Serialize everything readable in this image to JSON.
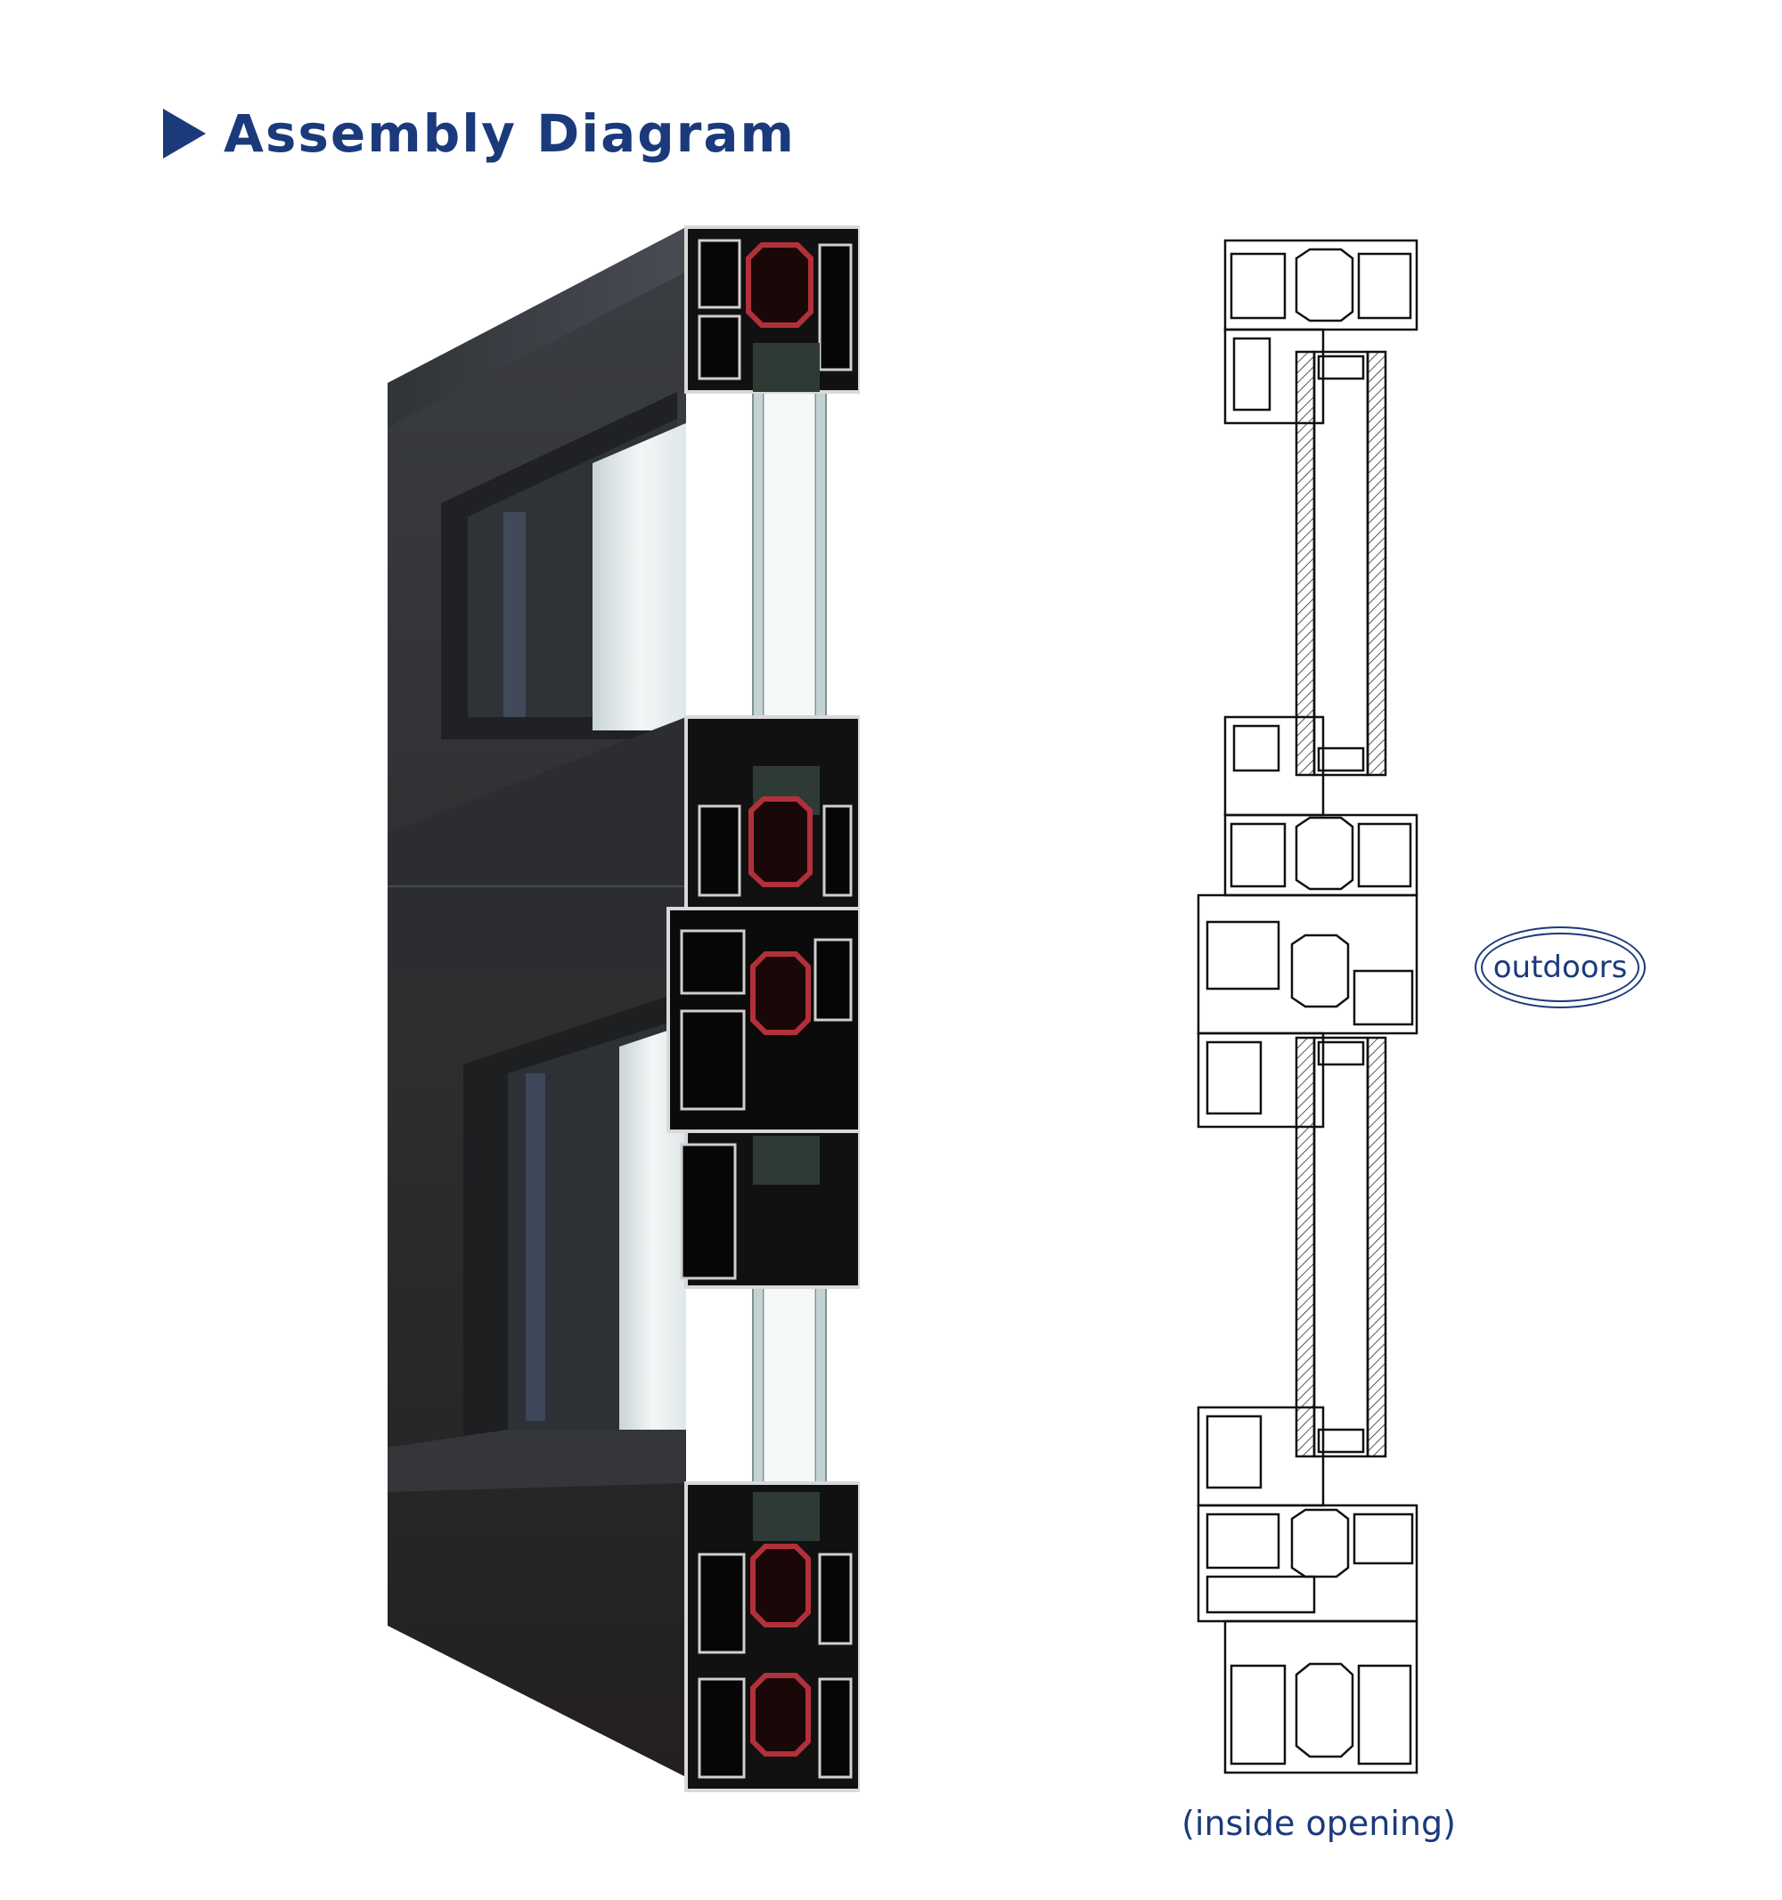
{
  "header": {
    "title": "Assembly Diagram"
  },
  "labels": {
    "outdoors": "outdoors",
    "inside_opening": "(inside opening)"
  },
  "colors": {
    "accent": "#1b3a7c",
    "frame_dark": "#2a2b2e",
    "thermal_break": "#b2303a",
    "glass": "#dfe8ea"
  },
  "icons": {
    "title_marker": "triangle-play-icon"
  }
}
